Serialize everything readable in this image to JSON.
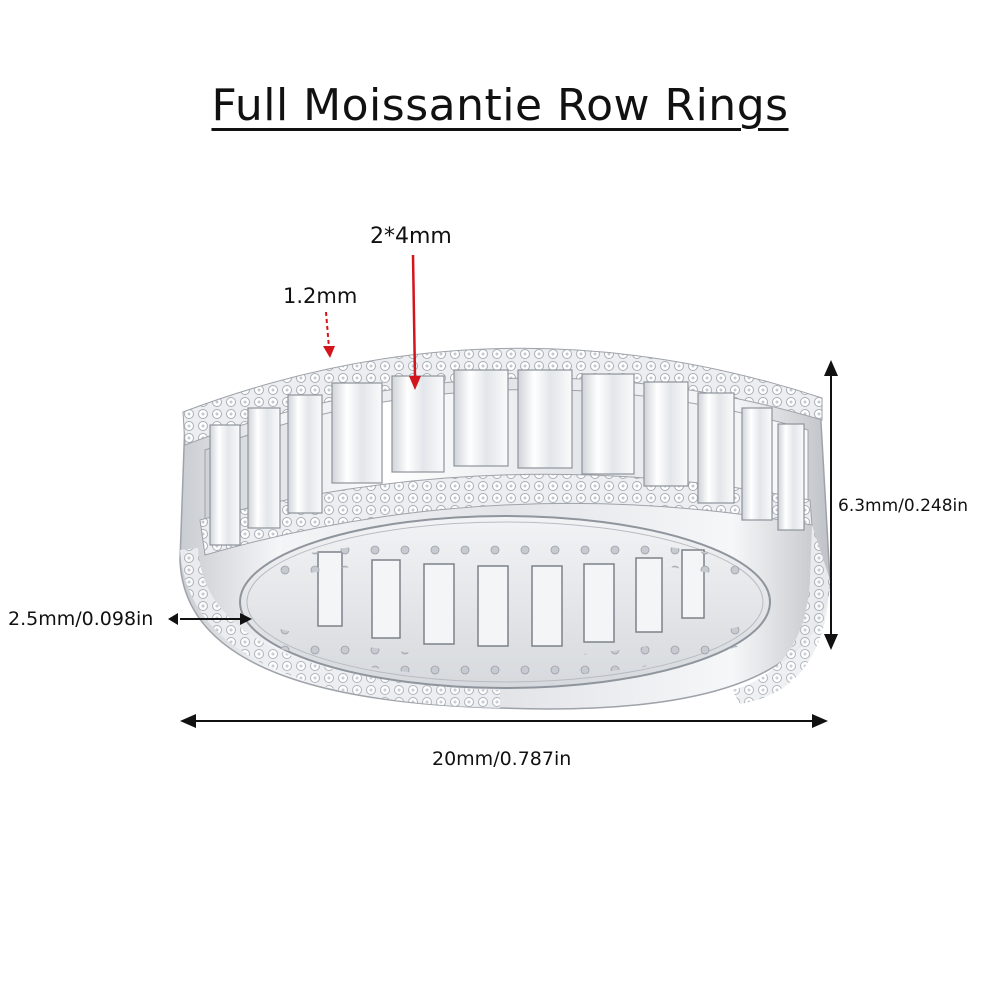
{
  "title": "Full Moissantie Row Rings",
  "dimensions": {
    "center_stone": "2*4mm",
    "side_stone": "1.2mm",
    "height": "6.3mm/0.248in",
    "band_thickness": "2.5mm/0.098in",
    "width": "20mm/0.787in"
  },
  "colors": {
    "pointer": "#d4141c",
    "dimension_line": "#111111",
    "metal": "#e9ebee"
  }
}
